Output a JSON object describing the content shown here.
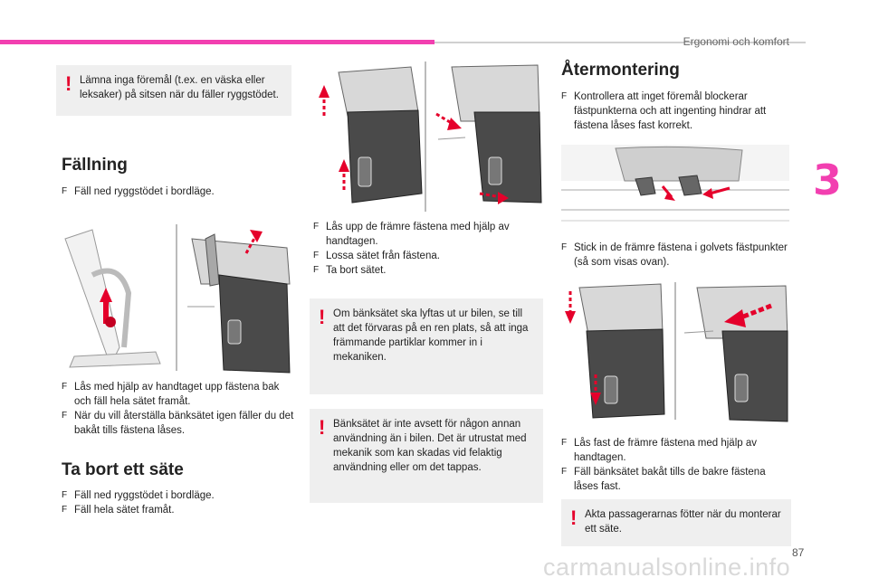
{
  "header": {
    "title": "Ergonomi och komfort"
  },
  "chapter": {
    "number": "3"
  },
  "page": {
    "number": "87"
  },
  "watermark": {
    "text": "carmanualsonline.info"
  },
  "bullet_mark": "F",
  "warning_mark": "!",
  "col1": {
    "warning_top": "Lämna inga föremål (t.ex. en väska eller leksaker) på sitsen när du fäller ryggstödet.",
    "heading_fallning": "Fällning",
    "fallning_steps": [
      "Fäll ned ryggstödet i bordläge."
    ],
    "fallning_steps_2": [
      "Lås med hjälp av handtaget upp fästena bak och fäll hela sätet framåt.",
      "När du vill återställa bänksätet igen fäller du det bakåt tills fästena låses."
    ],
    "heading_ta_bort": "Ta bort ett säte",
    "ta_bort_steps": [
      "Fäll ned ryggstödet i bordläge.",
      "Fäll hela sätet framåt."
    ]
  },
  "col2": {
    "steps": [
      "Lås upp de främre fästena med hjälp av handtagen.",
      "Lossa sätet från fästena.",
      "Ta bort sätet."
    ],
    "warning_1": "Om bänksätet ska lyftas ut ur bilen, se till att det förvaras på en ren plats, så att inga främmande partiklar kommer in i mekaniken.",
    "warning_2": "Bänksätet är inte avsett för någon annan användning än i bilen. Det är utrustat med mekanik som kan skadas vid felaktig användning eller om det tappas."
  },
  "col3": {
    "heading": "Återmontering",
    "steps_1": [
      "Kontrollera att inget föremål blockerar fästpunkterna och att ingenting hindrar att fästena låses fast korrekt."
    ],
    "steps_2": [
      "Stick in de främre fästena i golvets fästpunkter (så som visas ovan)."
    ],
    "steps_3": [
      "Lås fast de främre fästena med hjälp av handtagen.",
      "Fäll bänksätet bakåt tills de bakre fästena låses fast."
    ],
    "warning": "Akta passagerarnas fötter när du monterar ett säte."
  },
  "colors": {
    "accent": "#f23fb0",
    "warning": "#e5002b",
    "box": "#efefef"
  }
}
